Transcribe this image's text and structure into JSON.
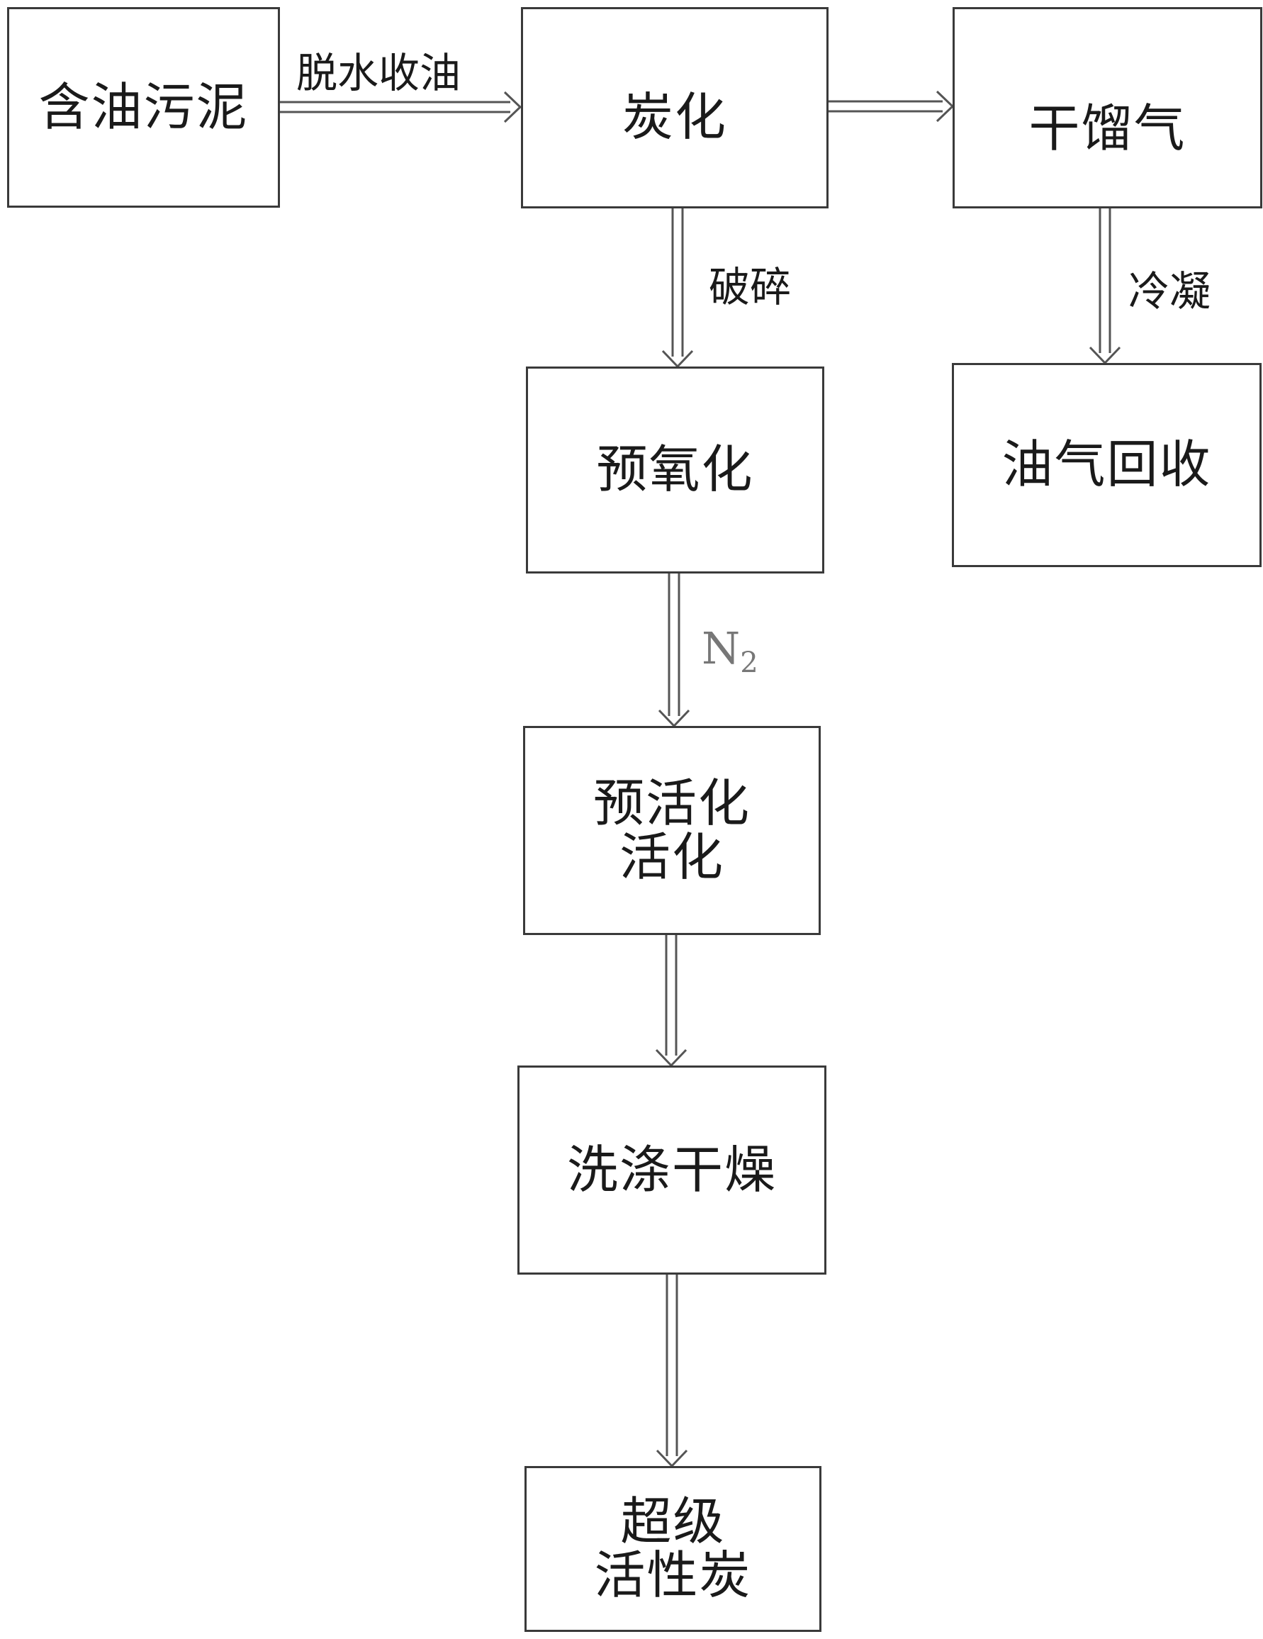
{
  "nodes": {
    "oily_sludge": "含油污泥",
    "carbonization": "炭化",
    "dry_distillation_gas": "干馏气",
    "pre_oxidation": "预氧化",
    "oil_gas_recovery": "油气回收",
    "pre_activation_line1": "预活化",
    "pre_activation_line2": "活化",
    "washing_drying": "洗涤干燥",
    "super_carbon_line1": "超级",
    "super_carbon_line2": "活性炭"
  },
  "edges": {
    "dewater_oil_recovery": "脱水收油",
    "crushing": "破碎",
    "condensation": "冷凝",
    "nitrogen_symbol": "N",
    "nitrogen_subscript": "2"
  }
}
